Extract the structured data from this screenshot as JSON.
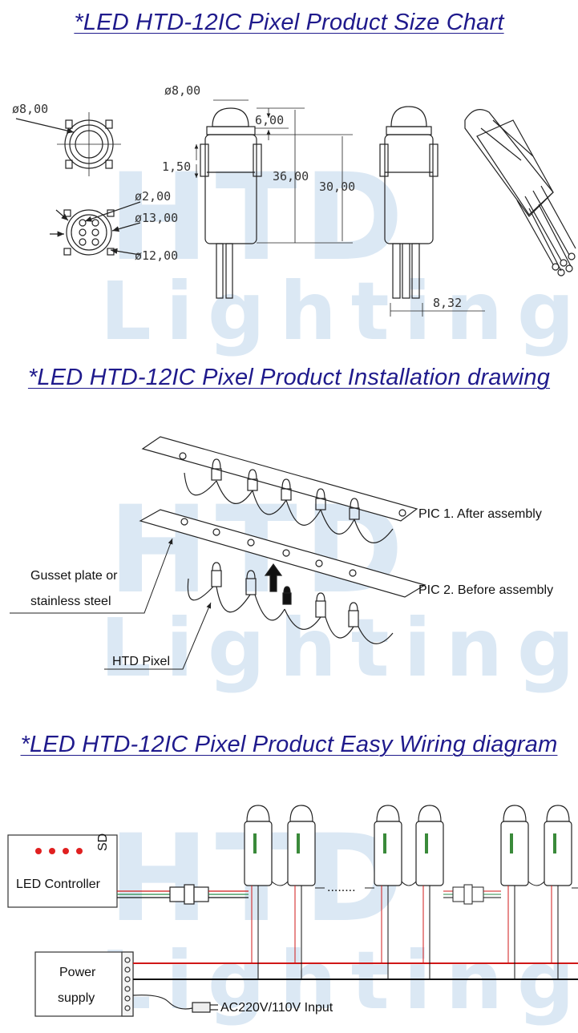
{
  "sections": {
    "size_chart_title": "*LED HTD-12IC Pixel Product Size Chart",
    "installation_title": "*LED HTD-12IC Pixel Product Installation drawing",
    "wiring_title": "*LED HTD-12IC Pixel Product Easy Wiring diagram"
  },
  "watermark": {
    "brand": "HTD",
    "word": "Lighting"
  },
  "dimensions": {
    "top_dia": "ø8,00",
    "body_dia": "ø8,00",
    "height_6": "6,00",
    "height_1_5": "1,50",
    "height_36": "36,00",
    "height_30": "30,00",
    "pin_dia_2": "ø2,00",
    "outer_dia_13": "ø13,00",
    "outer_dia_12": "ø12,00",
    "lead_width": "8,32"
  },
  "installation": {
    "pic1": "PIC 1. After assembly",
    "pic2": "PIC 2. Before assembly",
    "gusset_line1": "Gusset plate or",
    "gusset_line2": "stainless steel",
    "pixel": "HTD Pixel"
  },
  "wiring": {
    "controller": "LED Controller",
    "sd": "SD",
    "power_line1": "Power",
    "power_line2": "supply",
    "ac_input": "AC220V/110V Input",
    "ellipsis": "........"
  },
  "colors": {
    "title": "#1f1a8c",
    "watermark": "#dbe8f4",
    "wire_red": "#d01818",
    "led_red": "#e02020"
  }
}
